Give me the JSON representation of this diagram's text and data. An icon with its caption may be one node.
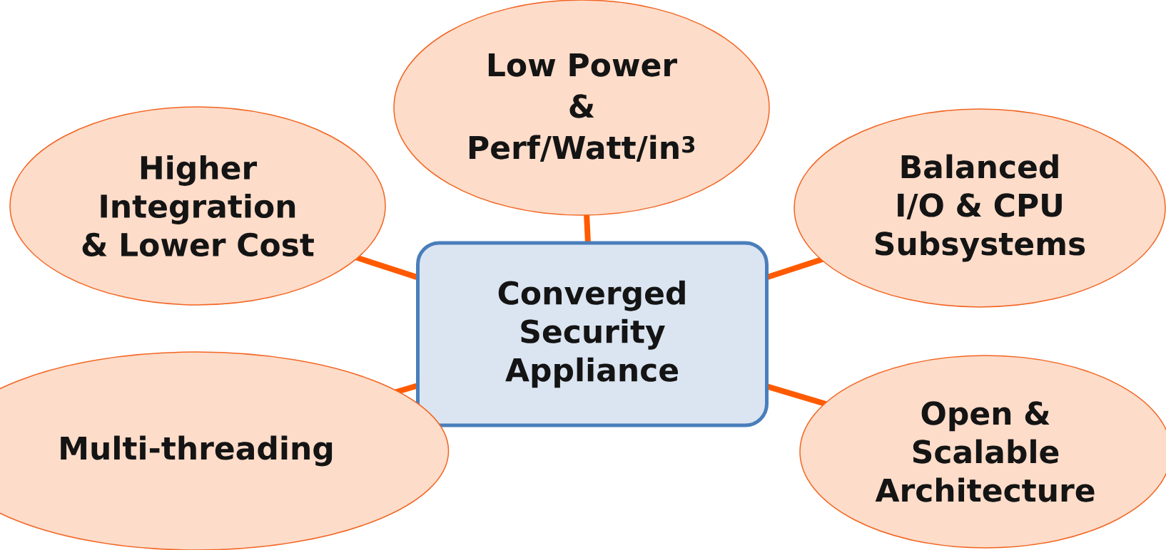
{
  "diagram": {
    "nodes": [
      {
        "text": [
          "Low Power",
          "&",
          "Perf/Watt/in$^{3}$"
        ]
      },
      {
        "text": [
          "Higher Integration & Lower Cost"
        ]
      },
      {
        "text": [
          "Balanced I/O & CPU Subsystems"
        ]
      },
      {
        "text": [
          "Converged Security Appliance"
        ]
      },
      {
        "text": [
          "Multi-threading"
        ]
      },
      {
        "text": [
          "Open & Scalable Architecture"
        ]
      }
    ],
    "edges": [
      {
        "from": 3,
        "to": 0,
        "arrow": "none"
      },
      {
        "from": 3,
        "to": 1,
        "arrow": "none"
      },
      {
        "from": 3,
        "to": 2,
        "arrow": "none"
      },
      {
        "from": 3,
        "to": 4,
        "arrow": "none"
      },
      {
        "from": 3,
        "to": 5,
        "arrow": "none"
      }
    ]
  }
}
